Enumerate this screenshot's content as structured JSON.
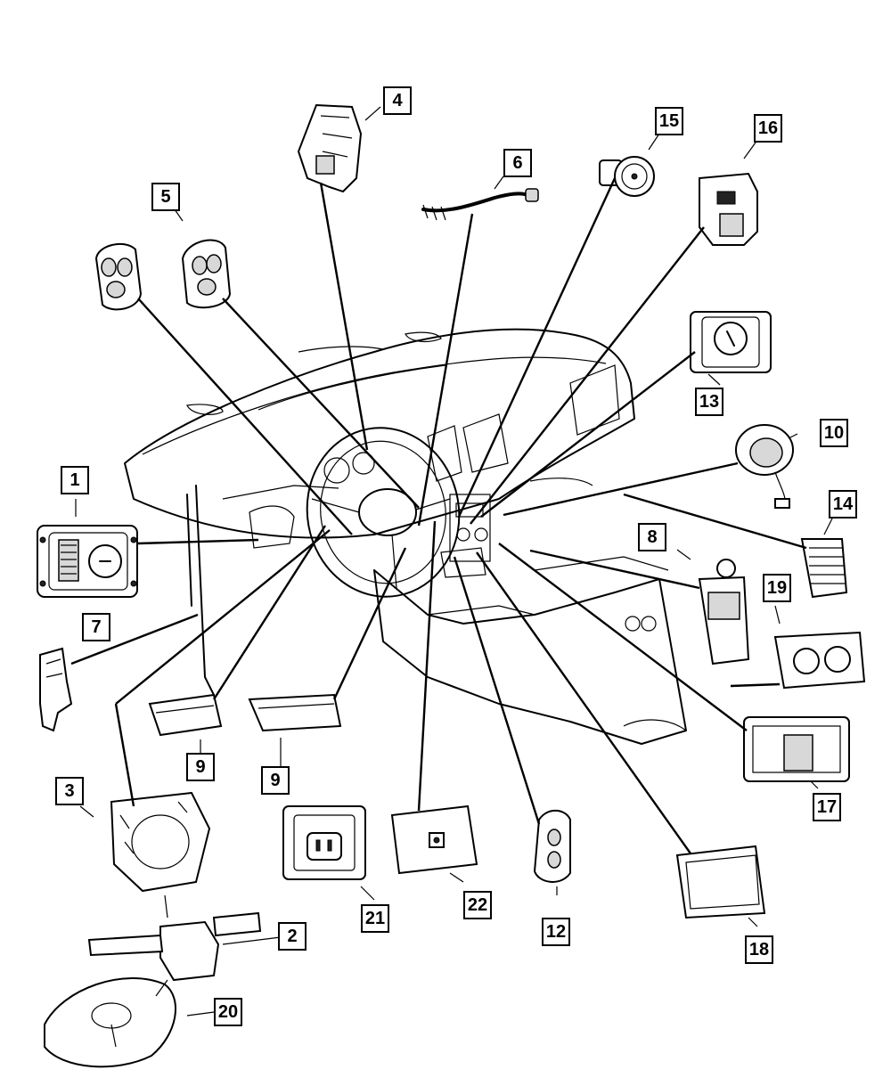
{
  "diagram": {
    "colors": {
      "ink": "#000000",
      "paper": "#ffffff",
      "shade": "#d8d8d8"
    },
    "callouts": [
      {
        "id": "c1",
        "label": "1"
      },
      {
        "id": "c2",
        "label": "2"
      },
      {
        "id": "c3",
        "label": "3"
      },
      {
        "id": "c4",
        "label": "4"
      },
      {
        "id": "c5",
        "label": "5"
      },
      {
        "id": "c6",
        "label": "6"
      },
      {
        "id": "c7",
        "label": "7"
      },
      {
        "id": "c8",
        "label": "8"
      },
      {
        "id": "c9a",
        "label": "9"
      },
      {
        "id": "c9b",
        "label": "9"
      },
      {
        "id": "c10",
        "label": "10"
      },
      {
        "id": "c12",
        "label": "12"
      },
      {
        "id": "c13",
        "label": "13"
      },
      {
        "id": "c14",
        "label": "14"
      },
      {
        "id": "c15",
        "label": "15"
      },
      {
        "id": "c16",
        "label": "16"
      },
      {
        "id": "c17",
        "label": "17"
      },
      {
        "id": "c18",
        "label": "18"
      },
      {
        "id": "c19",
        "label": "19"
      },
      {
        "id": "c20",
        "label": "20"
      },
      {
        "id": "c21",
        "label": "21"
      },
      {
        "id": "c22",
        "label": "22"
      }
    ]
  }
}
